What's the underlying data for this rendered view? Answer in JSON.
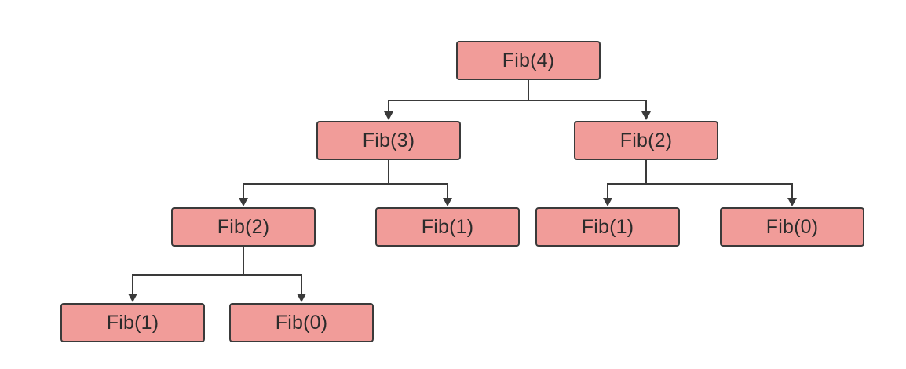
{
  "diagram": {
    "type": "tree",
    "node_fill": "#f19c99",
    "node_border": "#3a3a3a",
    "edge_color": "#3a3a3a",
    "nodes": [
      {
        "id": "n0",
        "label": "Fib(4)"
      },
      {
        "id": "n1",
        "label": "Fib(3)"
      },
      {
        "id": "n2",
        "label": "Fib(2)"
      },
      {
        "id": "n3",
        "label": "Fib(2)"
      },
      {
        "id": "n4",
        "label": "Fib(1)"
      },
      {
        "id": "n5",
        "label": "Fib(1)"
      },
      {
        "id": "n6",
        "label": "Fib(0)"
      },
      {
        "id": "n7",
        "label": "Fib(1)"
      },
      {
        "id": "n8",
        "label": "Fib(0)"
      }
    ],
    "edges": [
      {
        "from": "n0",
        "to": "n1"
      },
      {
        "from": "n0",
        "to": "n2"
      },
      {
        "from": "n1",
        "to": "n3"
      },
      {
        "from": "n1",
        "to": "n4"
      },
      {
        "from": "n2",
        "to": "n5"
      },
      {
        "from": "n2",
        "to": "n6"
      },
      {
        "from": "n3",
        "to": "n7"
      },
      {
        "from": "n3",
        "to": "n8"
      }
    ]
  }
}
